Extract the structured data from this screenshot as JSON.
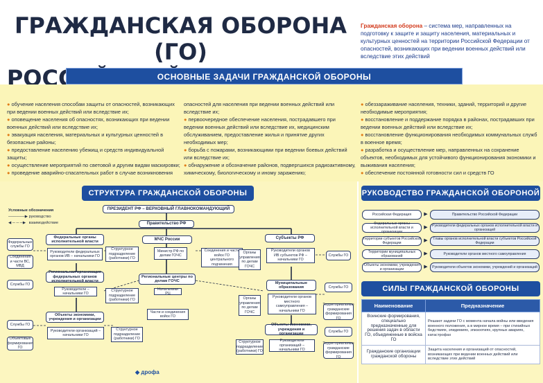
{
  "title": {
    "line1": "ГРАЖДАНСКАЯ ОБОРОНА (ГО)",
    "line2": "РОССИЙСКОЙ ФЕДЕРАЦИИ"
  },
  "definition": {
    "term": "Гражданская оборона",
    "text": " – система мер, направленных на подготовку к защите и защиту населения, материальных и культурных ценностей на территории Российской Федерации от опасностей, возникающих при ведении военных действий или вследствие этих действий"
  },
  "tasks": {
    "header": "ОСНОВНЫЕ ЗАДАЧИ ГРАЖДАНСКОЙ ОБОРОНЫ",
    "col1": [
      "обучение населения способам защиты от опасностей, возникающих при ведении военных действий или вследствие их;",
      "оповещение населения об опасностях, возникающих при ведении военных действий или вследствие их;",
      "эвакуация населения, материальных и культурных ценностей в безопасные районы;",
      "предоставление населению убежищ и средств индивидуальной защиты;",
      "осуществление мероприятий по световой и другим видам маскировки;",
      "проведение аварийно-спасательных работ в случае возникновения"
    ],
    "col2": [
      "опасностей для населения при ведении военных действий или вследствие их;",
      "первоочередное обеспечение населения, пострадавшего при ведении военных действий или вследствие их, медицинским обслуживанием, предоставление жилья и принятие других необходимых мер;",
      "борьба с пожарами, возникающими при ведении боевых действий или вследствие их;",
      "обнаружение и обозначение районов, подвергшихся радиоактивному, химическому, биологическому и иному заражению;"
    ],
    "col3": [
      "обеззараживание населения, техники, зданий, территорий и другие необходимые мероприятия;",
      "восстановление и поддержание порядка в районах, пострадавших при ведении военных действий или вследствие их;",
      "восстановление функционирования необходимых коммунальных служб в военное время;",
      "разработка и осуществление мер, направленных на сохранение объектов, необходимых для устойчивого функционирования экономики и выживания населения;",
      "обеспечение постоянной готовности сил и средств ГО"
    ]
  },
  "structure": {
    "header": "СТРУКТУРА ГРАЖДАНСКОЙ ОБОРОНЫ",
    "legend": {
      "title": "Условные обозначения",
      "lead": "руководство",
      "interact": "взаимодействие"
    },
    "president": "ПРЕЗИДЕНТ РФ – ВЕРХОВНЫЙ ГЛАВНОКОМАНДУЮЩИЙ",
    "government": "Правительство РФ",
    "mchs": "МЧС России",
    "minister": "Министр РФ по делам ГОЧС",
    "central_forces": "Соединения и части войск ГО центрального подчинения",
    "regional_centers": "Региональные центры по делам ГОЧС",
    "head_rc": "Начальники РЦ",
    "rc_units": "Части и соединения войск ГО",
    "fed_organs": "Федеральные органы исполнительной власти",
    "fed_head": "Руководители федеральных органов ИВ – начальники ГО",
    "fed_services": "Федеральные службы ГО",
    "fed_formations": "Соединения и части ВС, МВД",
    "struct_div": "Структурное подразделение (работники) ГО",
    "reg_organs": "Региональная организация федеральных органов исполнительной власти",
    "reg_head": "Руководители – начальники ГО",
    "services_go": "Службы ГО",
    "struct_div2": "Структурное подразделение (работники) ГО",
    "objects": "Объекты экономики, учреждения и организации",
    "objects_head": "Руководители организаций – начальники ГО",
    "objects_services": "Службы ГО",
    "objects_formations": "Объектовые формирования ГО",
    "struct_div3": "Структурное подразделение (работники) ГО",
    "subjects": "Субъекты РФ",
    "subj_head": "Руководители органов ИВ субъектов РФ – начальники ГО",
    "subj_mgmt": "Органы управления по делам ГОЧС",
    "subj_services": "Службы ГО",
    "municipal": "Муниципальные образования",
    "mun_head": "Руководители органов местного самоуправления – начальники ГО",
    "mun_mgmt": "Органы управления по делам ГОЧС",
    "mun_formations": "Территориальные гражданские формирования ГО",
    "obj2": "Объекты экономики, учреждения и организации",
    "obj2_head": "Руководители организаций – начальники ГО",
    "obj2_struct": "Структурное подразделение (работники) ГО",
    "obj2_services": "Службы ГО",
    "obj2_formations": "Территориальные гражданские формирования ГО"
  },
  "leadership": {
    "header": "РУКОВОДСТВО ГРАЖДАНСКОЙ ОБОРОНОЙ",
    "rows": [
      {
        "who": "Российская Федерация",
        "by": "Правительство Российской Федерации"
      },
      {
        "who": "Федеральные органы исполнительной власти и организации",
        "by": "Руководители федеральных органов исполнительной власти и организаций"
      },
      {
        "who": "Территории субъектов Российской Федерации",
        "by": "Главы органов исполнительной власти субъектов Российской Федерации"
      },
      {
        "who": "Территории муниципальных образований",
        "by": "Руководители органов местного самоуправления"
      },
      {
        "who": "Объекты экономики, учреждения и организации",
        "by": "Руководители объектов экономики, учреждений и организаций"
      }
    ]
  },
  "forces": {
    "header": "СИЛЫ ГРАЖДАНСКОЙ ОБОРОНЫ",
    "col_name": "Наименование",
    "col_purpose": "Предназначение",
    "rows": [
      {
        "name": "Воинские формирования, специально предназначенные для решения задач в области ГО, объединенные в войска ГО",
        "purpose": "Решают задачи ГО с момента начала войны или введения военного положения, а в мирное время – при стихийных бедствиях, эпидемиях, эпизоотиях, крупных авариях, катастрофах"
      },
      {
        "name": "Гражданские организации гражданской обороны",
        "purpose": "Защита населения и организаций от опасностей, возникающих при ведении военных действий или вследствие этих действий"
      }
    ]
  },
  "publisher": {
    "logo": "дрофа"
  }
}
